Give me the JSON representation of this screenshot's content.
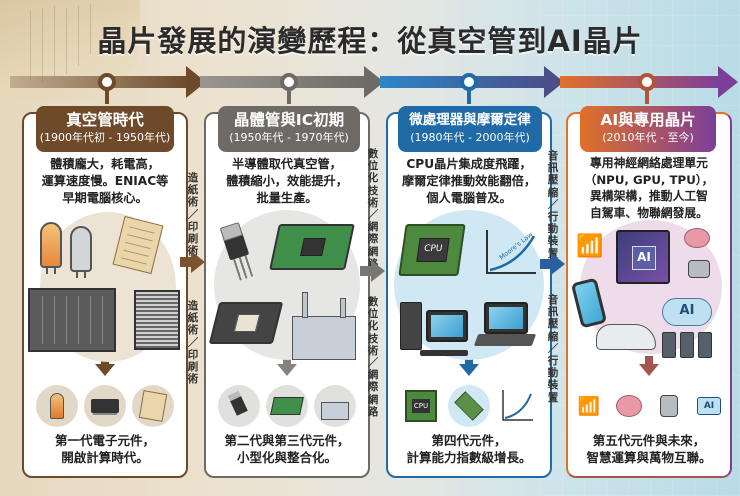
{
  "title": "晶片發展的演變歷程：從真空管到AI晶片",
  "colors": {
    "era1": "#6e4a2b",
    "era2": "#6e6b66",
    "era3": "#1f6aa7",
    "era4_start": "#e0702a",
    "era4_end": "#7b3f98"
  },
  "eras": [
    {
      "title": "真空管時代",
      "period": "(1900年代初 - 1950年代)",
      "description": [
        "體積龐大，耗電高，",
        "運算速度慢。ENIAC等",
        "早期電腦核心。"
      ],
      "illustrations": [
        "vacuum-tube",
        "vacuum-tube",
        "paper-scroll",
        "eniac-computer",
        "computer-rack"
      ],
      "bottom_icons": [
        "vacuum-tube",
        "dip-chip",
        "paper-scroll"
      ],
      "summary": [
        "第一代電子元件，",
        "開啟計算時代。"
      ]
    },
    {
      "title": "晶體管與IC初期",
      "period": "(1950年代 - 1970年代)",
      "description": [
        "半導體取代真空管，",
        "體積縮小，效能提升，",
        "批量生產。"
      ],
      "illustrations": [
        "transistor",
        "circuit-board",
        "ic-chip",
        "factory"
      ],
      "bottom_icons": [
        "transistor",
        "circuit-board",
        "factory"
      ],
      "summary": [
        "第二代與第三代元件，",
        "小型化與整合化。"
      ]
    },
    {
      "title": "微處理器與摩爾定律",
      "period": "(1980年代 - 2000年代)",
      "description": [
        "CPU晶片集成度飛躍，",
        "摩爾定律推動效能翻倍，",
        "個人電腦普及。"
      ],
      "illustrations": [
        "cpu-chip",
        "moores-law-graph",
        "desktop-computer",
        "laptop"
      ],
      "chip_label": "CPU",
      "graph_label": "Moore's Law",
      "bottom_icons": [
        "cpu-chip",
        "processor",
        "growth-graph"
      ],
      "bottom_chip_label": "CPU",
      "summary": [
        "第四代元件，",
        "計算能力指數級增長。"
      ]
    },
    {
      "title": "AI與專用晶片",
      "period": "(2010年代 - 至今)",
      "description": [
        "專用神經網絡處理單元",
        "（NPU, GPU, TPU），",
        "異構架構，推動人工智",
        "自駕車、物聯網發展。"
      ],
      "illustrations": [
        "wifi",
        "ai-chip",
        "brain",
        "robot",
        "smartphone",
        "car",
        "ai-cloud",
        "servers"
      ],
      "chip_label": "AI",
      "cloud_label": "AI",
      "bottom_icons": [
        "wifi",
        "brain",
        "robot",
        "ai-network"
      ],
      "bottom_net_label": "AI",
      "summary": [
        "第五代元件與未來，",
        "智慧運算與萬物互聯。"
      ]
    }
  ],
  "connectors": [
    {
      "label_top": [
        "造",
        "紙",
        "術",
        "／",
        "印",
        "刷",
        "術"
      ],
      "label_bottom": [
        "造",
        "紙",
        "術",
        "／",
        "印",
        "刷",
        "術"
      ]
    },
    {
      "label_top": [
        "數",
        "位",
        "化",
        "技",
        "術",
        "／",
        "網",
        "際",
        "網",
        "路"
      ],
      "label_bottom": [
        "數",
        "位",
        "化",
        "技",
        "術",
        "／",
        "網",
        "際",
        "網",
        "路"
      ]
    },
    {
      "label_top": [
        "音",
        "訊",
        "壓",
        "縮",
        "／",
        "行",
        "動",
        "裝",
        "置"
      ],
      "label_bottom": [
        "音",
        "訊",
        "壓",
        "縮",
        "／",
        "行",
        "動",
        "裝",
        "置"
      ]
    }
  ]
}
